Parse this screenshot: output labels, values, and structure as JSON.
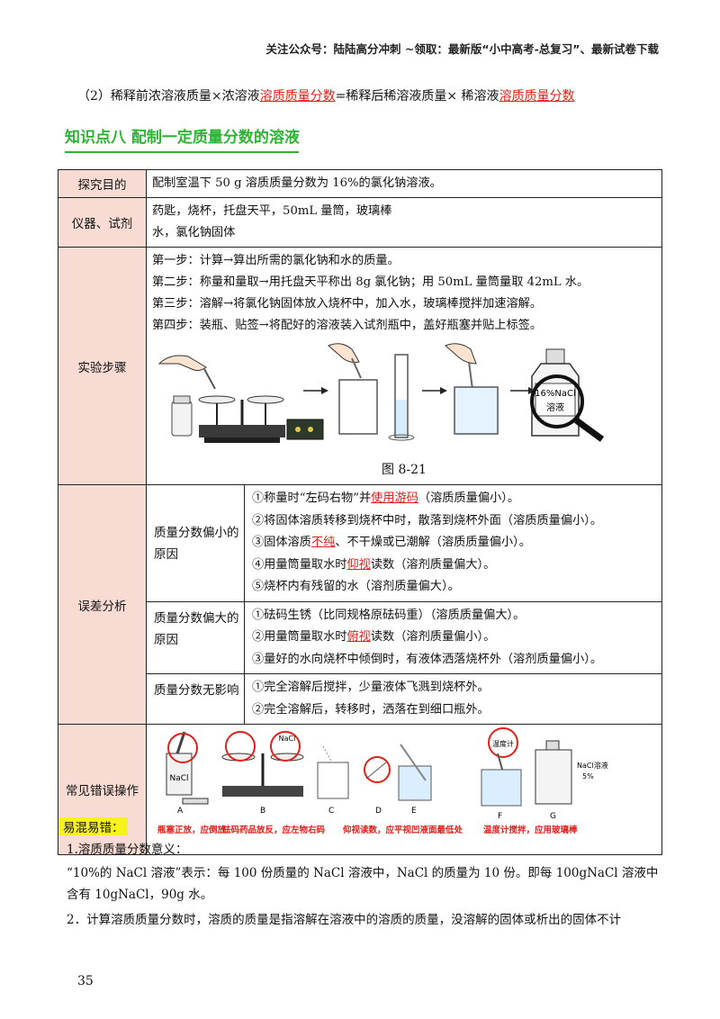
{
  "header": {
    "text": "关注公众号：陆陆高分冲刺 ~领取：最新版“小中高考-总复习”、最新试卷下载"
  },
  "formula": {
    "part1": "（2）稀释前浓溶液质量×浓溶液",
    "red1": "溶质质量分数",
    "part2": "=稀释后稀溶液质量× 稀溶液",
    "red2": "溶质质量分数"
  },
  "section_title": "知识点八 配制一定质量分数的溶液",
  "table": {
    "purpose_label": "探究目的",
    "purpose_value": "配制室温下 50 g 溶质质量分数为 16%的氯化钠溶液。",
    "instruments_label": "仪器、试剂",
    "instruments_line1": "药匙，烧杯，托盘天平，50mL 量筒，玻璃棒",
    "instruments_line2": "水，氯化钠固体",
    "steps_label": "实验步骤",
    "steps": [
      "第一步：计算→算出所需的氯化钠和水的质量。",
      "第二步：称量和量取→用托盘天平称出 8g 氯化钠；用 50mL 量筒量取 42mL 水。",
      "第三步：溶解→将氯化钠固体放入烧杯中，加入水，玻璃棒搅拌加速溶解。",
      "第四步：装瓶、贴签→将配好的溶液装入试剂瓶中，盖好瓶塞并贴上标签。"
    ],
    "figure_caption": "图 8-21",
    "bottle_label1": "16%NaCl",
    "bottle_label2": "溶液",
    "error_label": "误差分析",
    "small_label": "质量分数偏小的原因",
    "small_items": {
      "i1_a": "①称量时“左码右物”并",
      "i1_red": "使用游码",
      "i1_b": "（溶质质量偏小）。",
      "i2": "②将固体溶质转移到烧杯中时，散落到烧杯外面（溶质质量偏小）。",
      "i3_a": "③固体溶质",
      "i3_red": "不纯",
      "i3_b": "、不干燥或已潮解（溶质质量偏小）。",
      "i4_a": "④用量筒量取水时",
      "i4_red": "仰视",
      "i4_b": "读数（溶剂质量偏大）。",
      "i5": "⑤烧杯内有残留的水（溶剂质量偏大）。"
    },
    "large_label": "质量分数偏大的原因",
    "large_items": {
      "i1": "①砝码生锈（比同规格原砝码重）（溶质质量偏大）。",
      "i2_a": "②用量筒量取水时",
      "i2_red": "俯视",
      "i2_b": "读数（溶剂质量偏小）。",
      "i3": "③量好的水向烧杯中倾倒时，有液体洒落烧杯外（溶剂质量偏小）。"
    },
    "none_label": "质量分数无影响",
    "none_items": [
      "①完全溶解后搅拌，少量液体飞溅到烧杯外。",
      "②完全溶解后，转移时，洒落在到细口瓶外。"
    ],
    "mistakes_label": "常见错误操作",
    "mistakes_fig": {
      "letters": [
        "A",
        "B",
        "C",
        "D",
        "E",
        "F",
        "G"
      ],
      "nacl_a": "NaCl",
      "nacl_b": "NaCl",
      "thermometer": "温度计",
      "bottle_text": "NaCl溶液",
      "bottle_pct": "5%",
      "cap_a": "瓶塞正放，应倒放",
      "cap_b": "砝码药品放反，应左物右码",
      "cap_d": "仰视读数，应平视凹液面最低处",
      "cap_f": "温度计搅拌，应用玻璃棒"
    }
  },
  "confusion": {
    "tag": "易混易错：",
    "point1_title": "1.溶质质量分数意义：",
    "point1_text": "“10%的 NaCl 溶液”表示：每 100 份质量的 NaCl 溶液中，NaCl 的质量为 10 份。即每 100gNaCl 溶液中含有 10gNaCl，90g 水。",
    "point2_text": "2．计算溶质质量分数时，溶质的质量是指溶解在溶液中的溶质的质量，没溶解的固体或析出的固体不计"
  },
  "page_number": "35"
}
